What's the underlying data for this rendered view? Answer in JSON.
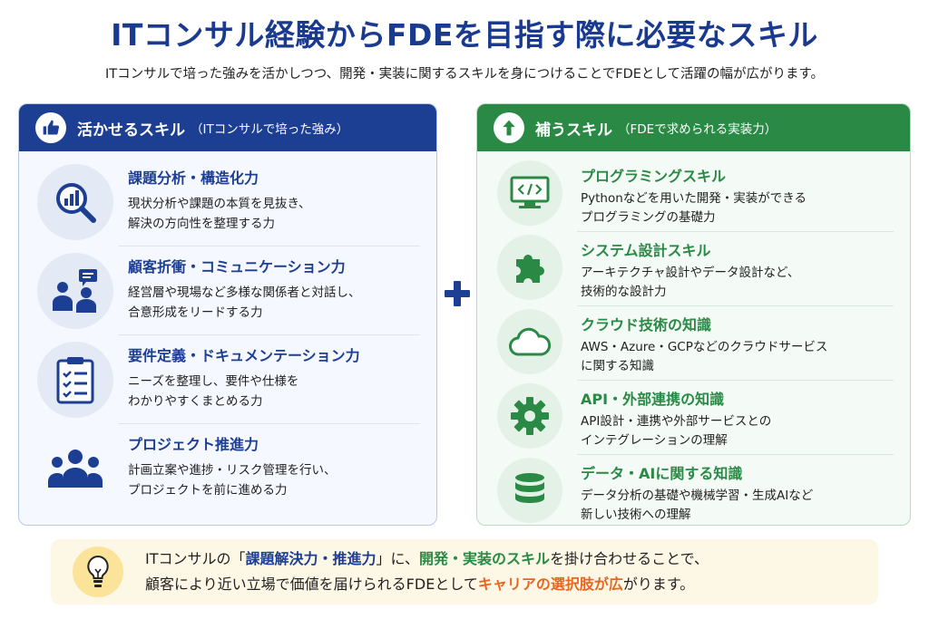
{
  "title": "ITコンサル経験からFDEを目指す際に必要なスキル",
  "subtitle": "ITコンサルで培った強みを活かしつつ、開発・実装に関するスキルを身につけることでFDEとして活躍の幅が広がります。",
  "colors": {
    "navy": "#1d3f93",
    "green": "#2a8a45",
    "orange": "#e8661f",
    "bulb_bg": "#fbe39a"
  },
  "left_panel": {
    "title": "活かせるスキル",
    "note": "（ITコンサルで培った強み）",
    "icon": "thumbs-up-icon",
    "items": [
      {
        "title": "課題分析・構造化力",
        "desc1": "現状分析や課題の本質を見抜き、",
        "desc2": "解決の方向性を整理する力",
        "icon": "magnifier-chart-icon"
      },
      {
        "title": "顧客折衝・コミュニケーション力",
        "desc1": "経営層や現場など多様な関係者と対話し、",
        "desc2": "合意形成をリードする力",
        "icon": "people-chat-icon"
      },
      {
        "title": "要件定義・ドキュメンテーション力",
        "desc1": "ニーズを整理し、要件や仕様を",
        "desc2": "わかりやすくまとめる力",
        "icon": "clipboard-checklist-icon"
      },
      {
        "title": "プロジェクト推進力",
        "desc1": "計画立案や進捗・リスク管理を行い、",
        "desc2": "プロジェクトを前に進める力",
        "icon": "team-icon"
      }
    ]
  },
  "plus_icon": "plus-icon",
  "right_panel": {
    "title": "補うスキル",
    "note": "（FDEで求められる実装力）",
    "icon": "arrow-up-icon",
    "items": [
      {
        "title": "プログラミングスキル",
        "desc1": "Pythonなどを用いた開発・実装ができる",
        "desc2": "プログラミングの基礎力",
        "icon": "code-monitor-icon"
      },
      {
        "title": "システム設計スキル",
        "desc1": "アーキテクチャ設計やデータ設計など、",
        "desc2": "技術的な設計力",
        "icon": "puzzle-icon"
      },
      {
        "title": "クラウド技術の知識",
        "desc1": "AWS・Azure・GCPなどのクラウドサービス",
        "desc2": "に関する知識",
        "icon": "cloud-icon"
      },
      {
        "title": "API・外部連携の知識",
        "desc1": "API設計・連携や外部サービスとの",
        "desc2": "インテグレーションの理解",
        "icon": "gear-icon"
      },
      {
        "title": "データ・AIに関する知識",
        "desc1": "データ分析の基礎や機械学習・生成AIなど",
        "desc2": "新しい技術への理解",
        "icon": "database-icon"
      }
    ]
  },
  "bottom": {
    "icon": "lightbulb-icon",
    "t1": "ITコンサルの「",
    "t2": "課題解決力・推進力",
    "t3": "」に、",
    "t4": "開発・実装のスキル",
    "t5": "を掛け合わせることで、",
    "t6": "顧客により近い立場で価値を届けられるFDEとして",
    "t7": "キャリアの選択肢が広",
    "t8": "がります。"
  }
}
